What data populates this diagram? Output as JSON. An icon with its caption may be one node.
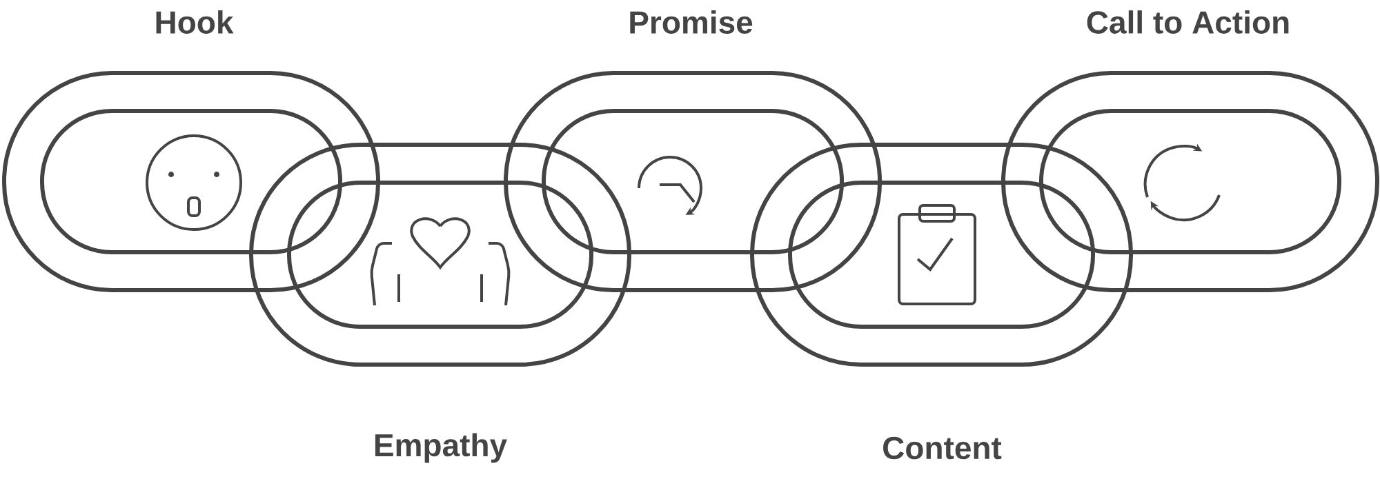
{
  "diagram": {
    "nodes": [
      {
        "text": [
          "Hook"
        ]
      },
      {
        "text": [
          "Empathy"
        ]
      },
      {
        "text": [
          "Promise"
        ]
      },
      {
        "text": [
          "Content"
        ]
      },
      {
        "text": [
          "Call to Action"
        ]
      }
    ]
  }
}
